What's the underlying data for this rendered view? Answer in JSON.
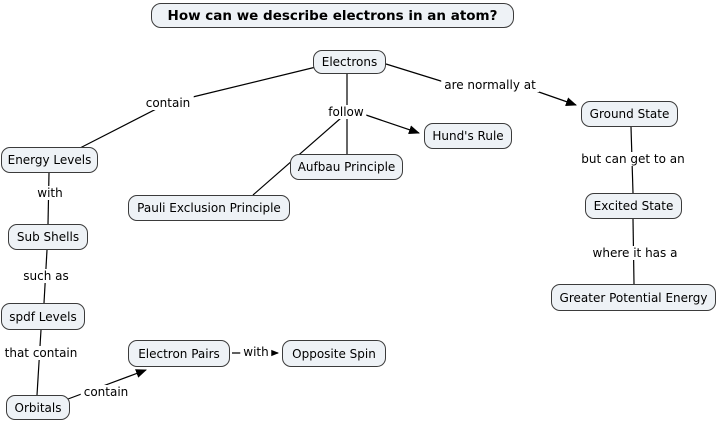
{
  "title": "How can we describe electrons in an atom?",
  "nodes": {
    "electrons": "Electrons",
    "energy_levels": "Energy Levels",
    "sub_shells": "Sub Shells",
    "spdf_levels": "spdf Levels",
    "orbitals": "Orbitals",
    "electron_pairs": "Electron Pairs",
    "opposite_spin": "Opposite Spin",
    "pauli_exclusion_principle": "Pauli Exclusion Principle",
    "aufbau_principle": "Aufbau Principle",
    "hunds_rule": "Hund's Rule",
    "ground_state": "Ground State",
    "excited_state": "Excited State",
    "greater_potential_energy": "Greater Potential Energy"
  },
  "edge_labels": {
    "contain_energy": "contain",
    "follow": "follow",
    "are_normally_at": "are normally at",
    "with_sub_shells": "with",
    "such_as": "such as",
    "that_contain": "that contain",
    "contain_pairs": "contain",
    "with_spin": "with",
    "but_can_get_to_an": "but can get to an",
    "where_it_has_a": "where it has a"
  },
  "edges": [
    {
      "from": "Electrons",
      "label": "contain",
      "to": "Energy Levels",
      "arrow": false
    },
    {
      "from": "Electrons",
      "label": "follow",
      "to": "Pauli Exclusion Principle",
      "arrow": false
    },
    {
      "from": "Electrons",
      "label": "follow",
      "to": "Aufbau Principle",
      "arrow": false
    },
    {
      "from": "Electrons",
      "label": "follow",
      "to": "Hund's Rule",
      "arrow": true
    },
    {
      "from": "Electrons",
      "label": "are normally at",
      "to": "Ground State",
      "arrow": true
    },
    {
      "from": "Energy Levels",
      "label": "with",
      "to": "Sub Shells",
      "arrow": false
    },
    {
      "from": "Sub Shells",
      "label": "such as",
      "to": "spdf Levels",
      "arrow": false
    },
    {
      "from": "spdf Levels",
      "label": "that contain",
      "to": "Orbitals",
      "arrow": false
    },
    {
      "from": "Orbitals",
      "label": "contain",
      "to": "Electron Pairs",
      "arrow": true
    },
    {
      "from": "Electron Pairs",
      "label": "with",
      "to": "Opposite Spin",
      "arrow": true
    },
    {
      "from": "Ground State",
      "label": "but can get to an",
      "to": "Excited State",
      "arrow": false
    },
    {
      "from": "Excited State",
      "label": "where it has a",
      "to": "Greater Potential Energy",
      "arrow": false
    }
  ],
  "colors": {
    "node_fill": "#eef2f6",
    "node_border": "#3b3b3b",
    "line": "#000000",
    "background": "#ffffff",
    "text": "#000000"
  }
}
